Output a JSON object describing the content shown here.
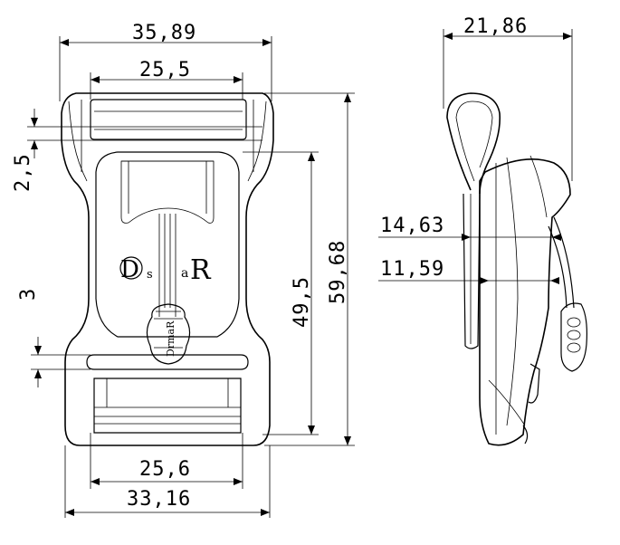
{
  "front_view": {
    "dimensions": {
      "overall_width": "35,89",
      "top_slot_width": "25,5",
      "bottom_slot_width": "25,6",
      "bottom_width": "33,16",
      "top_bar_thickness": "2,5",
      "lower_bar_thickness": "3",
      "inner_height": "49,5",
      "overall_height": "59,68"
    },
    "logo": {
      "letter_d": "D",
      "letter_s": "s",
      "letter_a": "a",
      "letter_r": "R",
      "tab_text": "DrmaR"
    }
  },
  "side_view": {
    "dimensions": {
      "overall_depth": "21,86",
      "depth_a": "14,63",
      "depth_b": "11,59"
    }
  }
}
